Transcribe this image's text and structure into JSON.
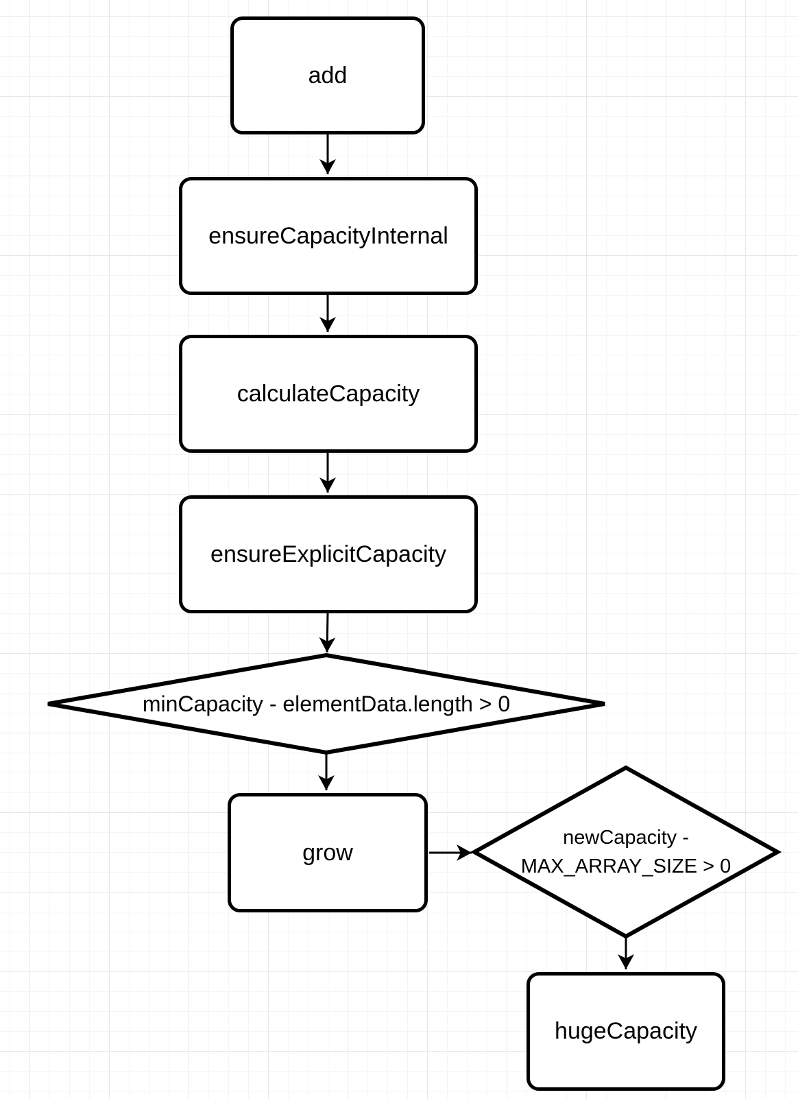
{
  "canvas": {
    "background_color": "#ffffff",
    "grid_minor_color": "#f5f5f5",
    "grid_major_color": "#e8e8e8"
  },
  "flowchart": {
    "stroke_color": "#000000",
    "node_fill_color": "#ffffff",
    "text_color": "#000000",
    "nodes": [
      {
        "id": "add",
        "shape": "rounded-rectangle",
        "label": "add"
      },
      {
        "id": "ensureCapacityInternal",
        "shape": "rounded-rectangle",
        "label": "ensureCapacityInternal"
      },
      {
        "id": "calculateCapacity",
        "shape": "rounded-rectangle",
        "label": "calculateCapacity"
      },
      {
        "id": "ensureExplicitCapacity",
        "shape": "rounded-rectangle",
        "label": "ensureExplicitCapacity"
      },
      {
        "id": "minCapacityDecision",
        "shape": "diamond",
        "label": "minCapacity - elementData.length > 0"
      },
      {
        "id": "grow",
        "shape": "rounded-rectangle",
        "label": "grow"
      },
      {
        "id": "newCapacityDecision",
        "shape": "diamond",
        "label": "newCapacity - MAX_ARRAY_SIZE > 0"
      },
      {
        "id": "hugeCapacity",
        "shape": "rounded-rectangle",
        "label": "hugeCapacity"
      }
    ],
    "edges": [
      {
        "from": "add",
        "to": "ensureCapacityInternal"
      },
      {
        "from": "ensureCapacityInternal",
        "to": "calculateCapacity"
      },
      {
        "from": "calculateCapacity",
        "to": "ensureExplicitCapacity"
      },
      {
        "from": "ensureExplicitCapacity",
        "to": "minCapacityDecision"
      },
      {
        "from": "minCapacityDecision",
        "to": "grow"
      },
      {
        "from": "grow",
        "to": "newCapacityDecision"
      },
      {
        "from": "newCapacityDecision",
        "to": "hugeCapacity"
      }
    ]
  }
}
